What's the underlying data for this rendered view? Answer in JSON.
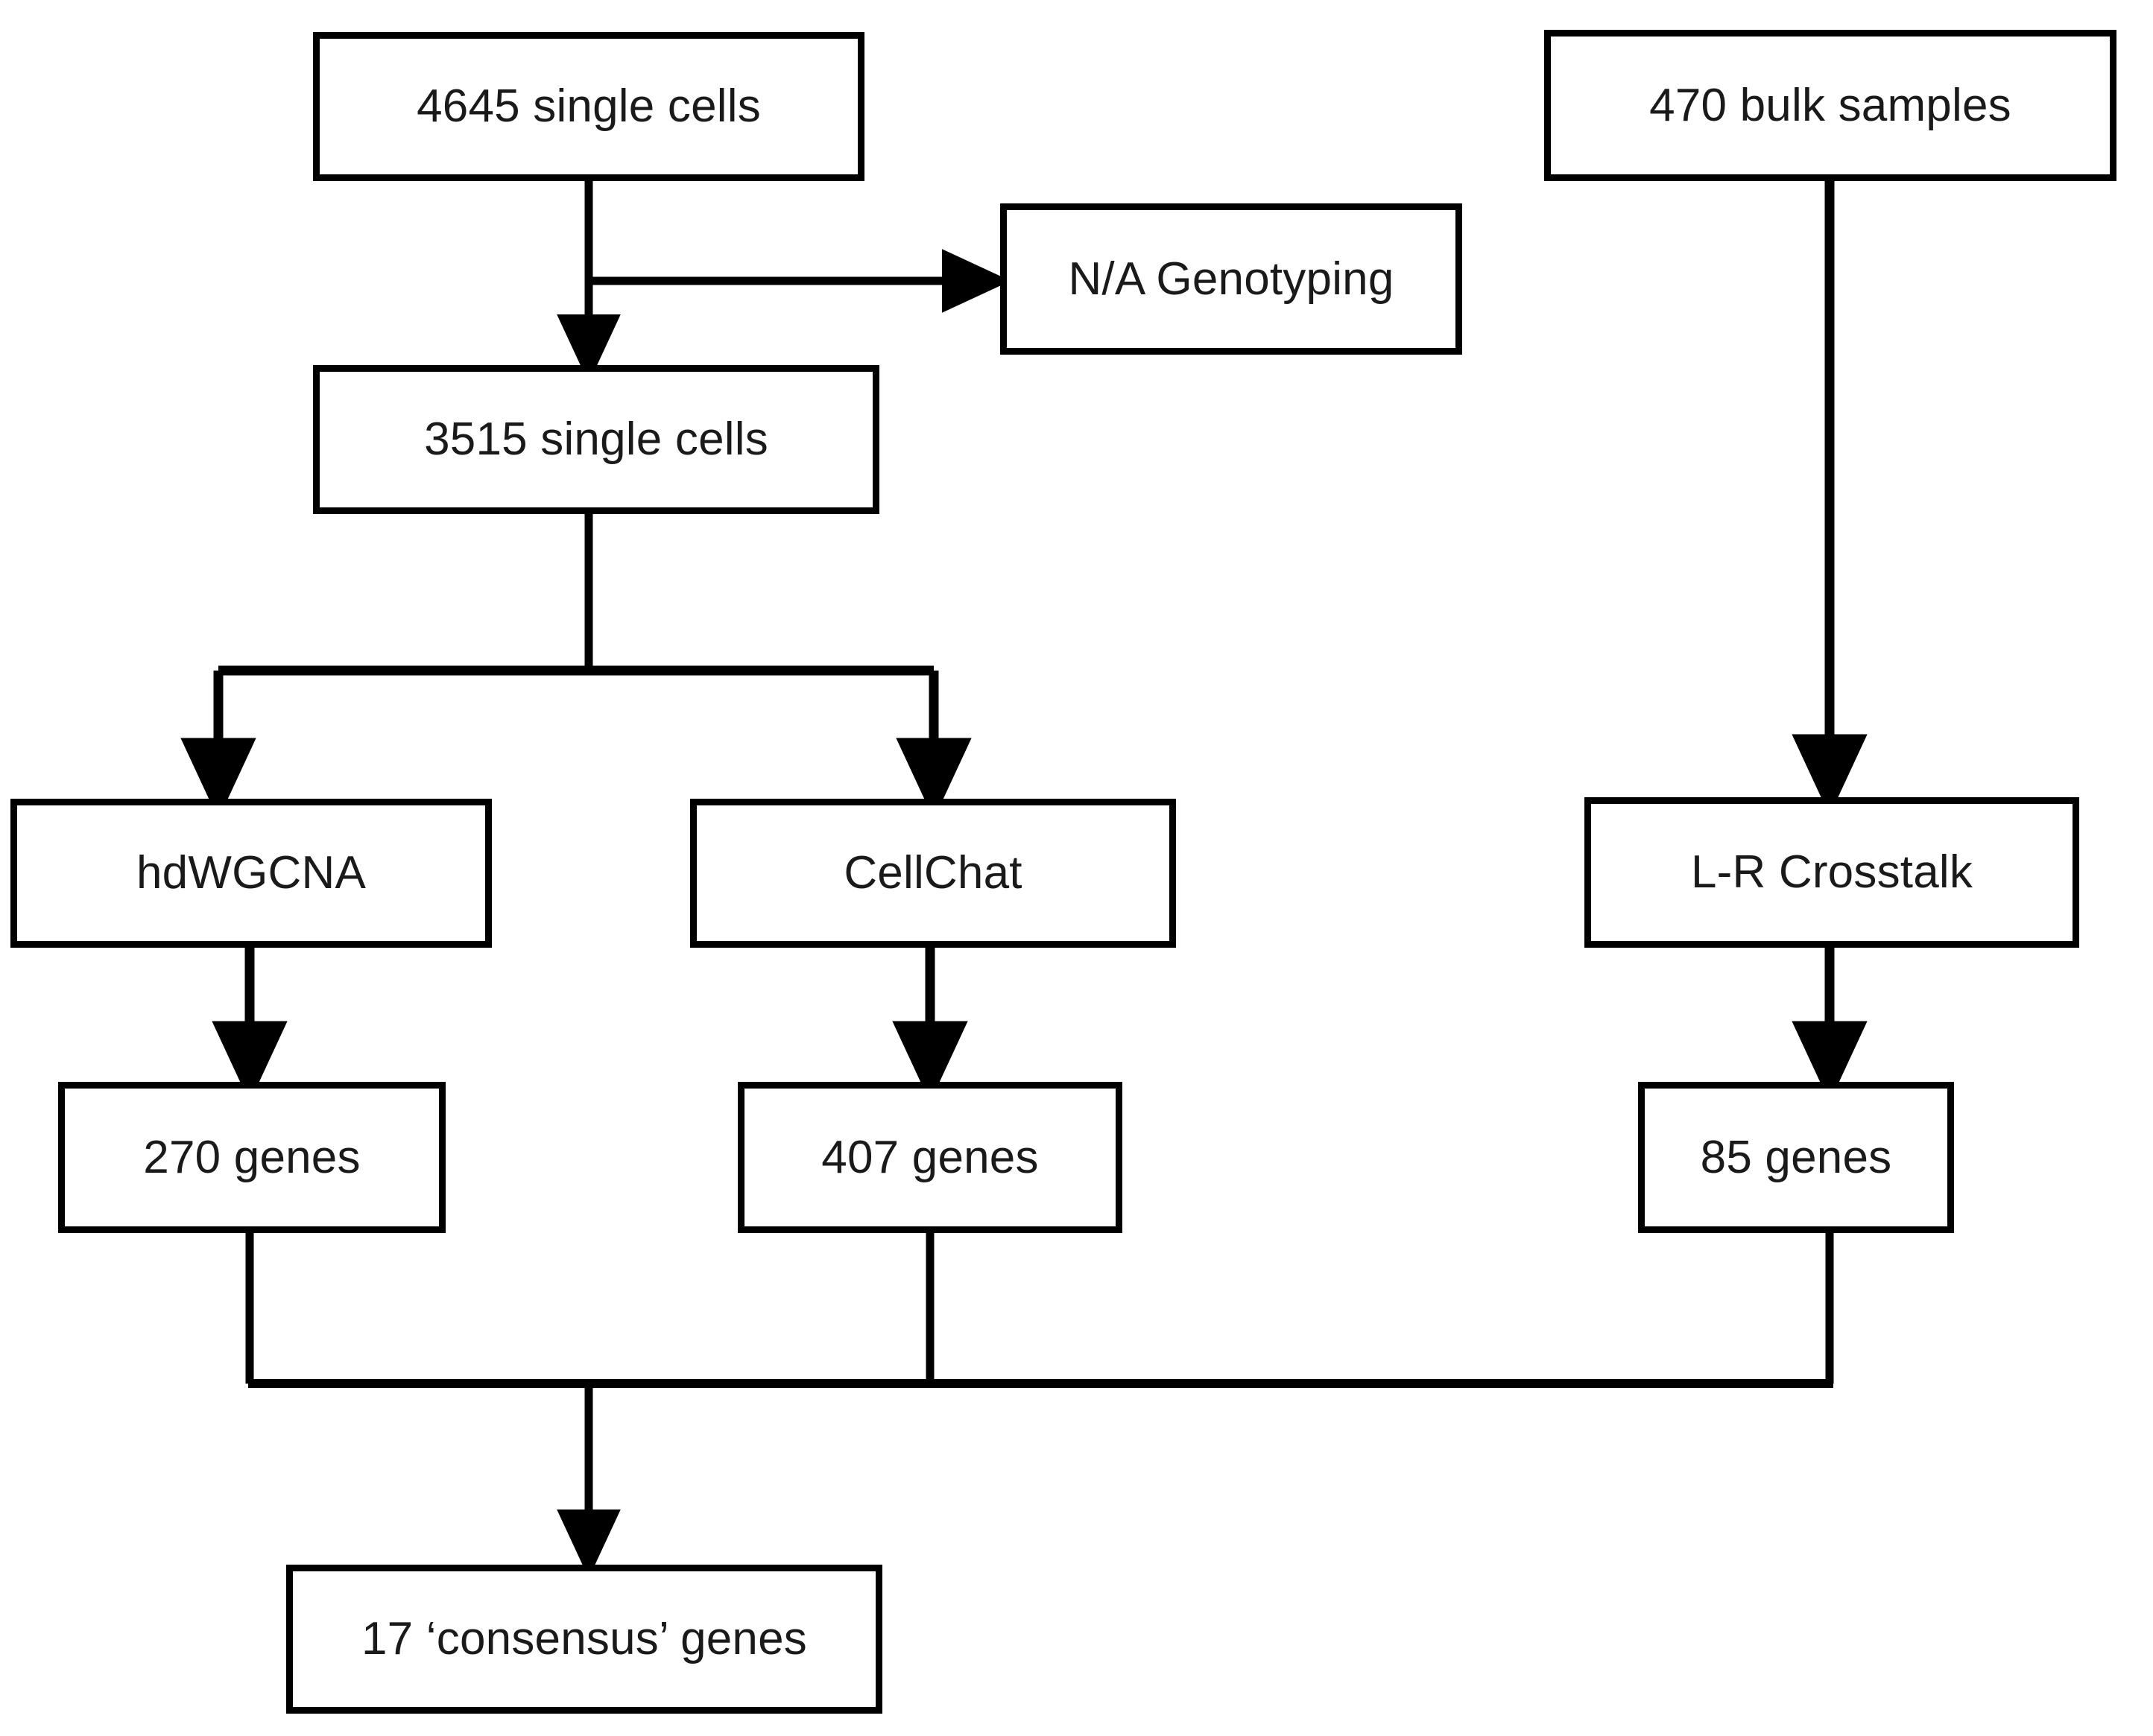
{
  "diagram": {
    "title": "Analysis workflow flowchart",
    "background_color": "#ffffff",
    "line_color": "#000000",
    "text_color": "#1a1a1a",
    "nodes": [
      {
        "id": "single_cells_4645",
        "label": "4645 single cells"
      },
      {
        "id": "bulk_samples_470",
        "label": "470 bulk samples"
      },
      {
        "id": "na_genotyping",
        "label": "N/A Genotyping"
      },
      {
        "id": "single_cells_3515",
        "label": "3515 single cells"
      },
      {
        "id": "hdwgcna",
        "label": "hdWGCNA"
      },
      {
        "id": "cellchat",
        "label": "CellChat"
      },
      {
        "id": "lr_crosstalk",
        "label": "L-R Crosstalk"
      },
      {
        "id": "genes_270",
        "label": "270 genes"
      },
      {
        "id": "genes_407",
        "label": "407 genes"
      },
      {
        "id": "genes_85",
        "label": "85 genes"
      },
      {
        "id": "consensus_genes_17",
        "label": "17 ‘consensus’ genes"
      }
    ],
    "edges": [
      {
        "from": "single_cells_4645",
        "to": "na_genotyping",
        "style": "elbow-right-arrow"
      },
      {
        "from": "single_cells_4645",
        "to": "single_cells_3515",
        "style": "straight-down-arrow"
      },
      {
        "from": "single_cells_3515",
        "to": "hdwgcna",
        "style": "split-down-arrow"
      },
      {
        "from": "single_cells_3515",
        "to": "cellchat",
        "style": "split-down-arrow"
      },
      {
        "from": "bulk_samples_470",
        "to": "lr_crosstalk",
        "style": "straight-down-arrow"
      },
      {
        "from": "hdwgcna",
        "to": "genes_270",
        "style": "straight-down-arrow"
      },
      {
        "from": "cellchat",
        "to": "genes_407",
        "style": "straight-down-arrow"
      },
      {
        "from": "lr_crosstalk",
        "to": "genes_85",
        "style": "straight-down-arrow"
      },
      {
        "from": "genes_270",
        "to": "consensus_genes_17",
        "style": "merge-down-arrow"
      },
      {
        "from": "genes_407",
        "to": "consensus_genes_17",
        "style": "merge-down-arrow"
      },
      {
        "from": "genes_85",
        "to": "consensus_genes_17",
        "style": "merge-down-arrow"
      }
    ]
  },
  "chart_data": {
    "type": "diagram",
    "title": "Analysis workflow flowchart",
    "levels": [
      {
        "level": 1,
        "items": [
          "4645 single cells",
          "470 bulk samples"
        ]
      },
      {
        "level": 2,
        "items": [
          "N/A Genotyping",
          "3515 single cells"
        ]
      },
      {
        "level": 3,
        "items": [
          "hdWGCNA",
          "CellChat",
          "L-R Crosstalk"
        ]
      },
      {
        "level": 4,
        "items": [
          "270 genes",
          "407 genes",
          "85 genes"
        ]
      },
      {
        "level": 5,
        "items": [
          "17 ‘consensus’ genes"
        ]
      }
    ],
    "counts": {
      "single_cells_start": 4645,
      "single_cells_filtered": 3515,
      "bulk_samples": 470,
      "hdwgcna_genes": 270,
      "cellchat_genes": 407,
      "lr_crosstalk_genes": 85,
      "consensus_genes": 17
    }
  }
}
